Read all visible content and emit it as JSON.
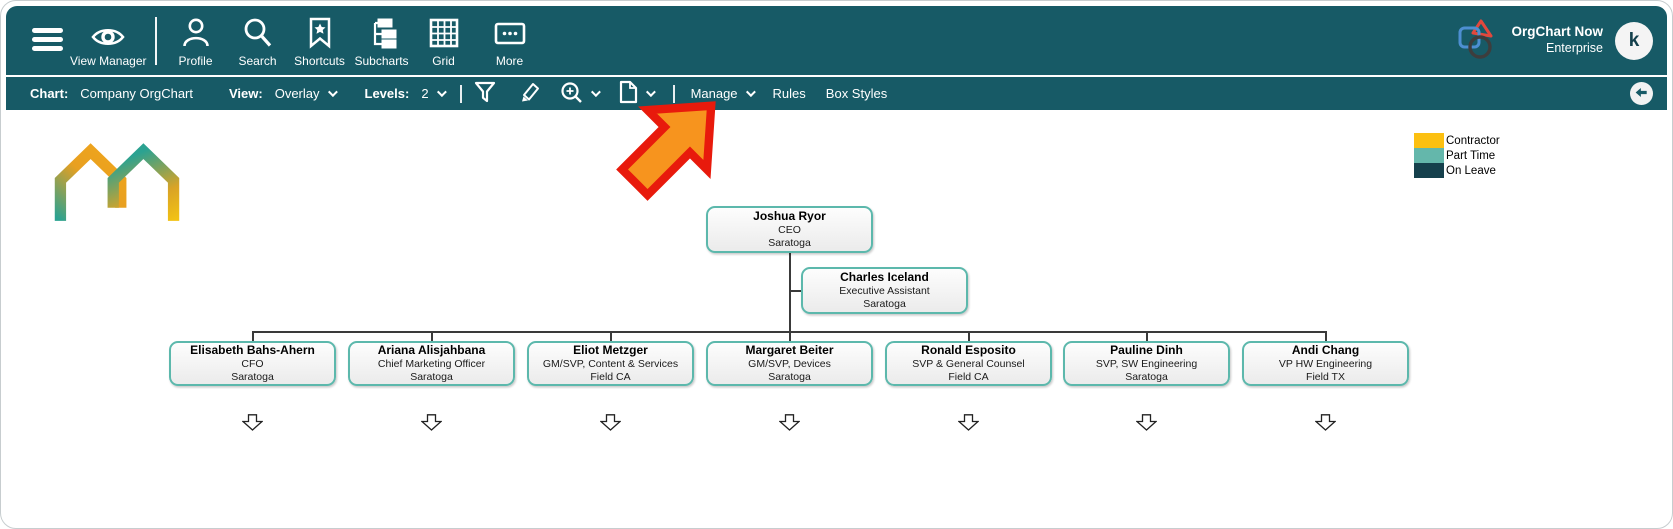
{
  "topbar": {
    "view_manager_label": "View Manager",
    "profile_label": "Profile",
    "search_label": "Search",
    "shortcuts_label": "Shortcuts",
    "subcharts_label": "Subcharts",
    "grid_label": "Grid",
    "more_label": "More",
    "brand_title": "OrgChart Now",
    "brand_subtitle": "Enterprise",
    "avatar_initial": "k"
  },
  "toolbar": {
    "chart_label": "Chart:",
    "chart_value": "Company OrgChart",
    "view_label": "View:",
    "view_value": "Overlay",
    "levels_label": "Levels:",
    "levels_value": "2",
    "manage_label": "Manage",
    "rules_label": "Rules",
    "box_styles_label": "Box Styles"
  },
  "legend": {
    "items": [
      {
        "label": "Contractor",
        "color": "#FCC011"
      },
      {
        "label": "Part Time",
        "color": "#64B7AB"
      },
      {
        "label": "On Leave",
        "color": "#15404C"
      }
    ]
  },
  "org_chart": {
    "root": {
      "name": "Joshua Ryor",
      "title": "CEO",
      "location": "Saratoga"
    },
    "assistant": {
      "name": "Charles Iceland",
      "title": "Executive Assistant",
      "location": "Saratoga"
    },
    "children": [
      {
        "name": "Elisabeth Bahs-Ahern",
        "title": "CFO",
        "location": "Saratoga"
      },
      {
        "name": "Ariana Alisjahbana",
        "title": "Chief Marketing Officer",
        "location": "Saratoga"
      },
      {
        "name": "Eliot Metzger",
        "title": "GM/SVP, Content & Services",
        "location": "Field CA"
      },
      {
        "name": "Margaret Beiter",
        "title": "GM/SVP, Devices",
        "location": "Saratoga"
      },
      {
        "name": "Ronald Esposito",
        "title": "SVP & General Counsel",
        "location": "Field CA"
      },
      {
        "name": "Pauline Dinh",
        "title": "SVP, SW Engineering",
        "location": "Saratoga"
      },
      {
        "name": "Andi Chang",
        "title": "VP HW Engineering",
        "location": "Field TX"
      }
    ]
  },
  "colors": {
    "header_bg": "#175A66",
    "node_border": "#5CB8AC",
    "annotation_arrow_fill": "#F7941E",
    "annotation_arrow_stroke": "#E81A0C"
  }
}
